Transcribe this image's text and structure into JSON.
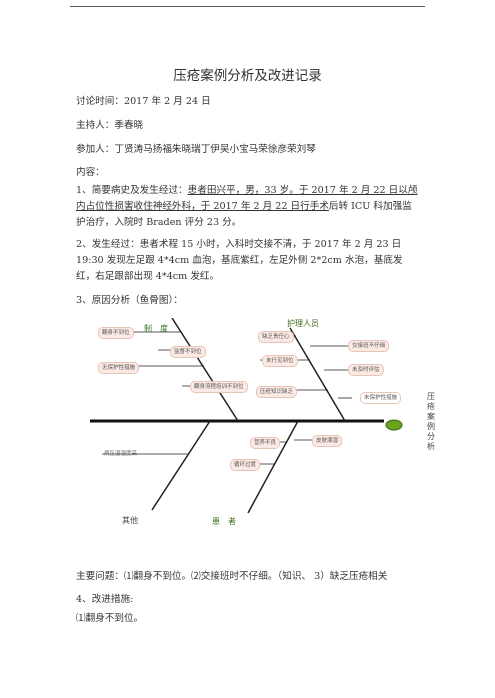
{
  "title": "压疮案例分析及改进记录",
  "meta": {
    "discussion_time": "讨论时间：2017 年 2 月 24 日",
    "host": "主持人：季春晓",
    "participants": "参加人：丁贤涛马扬福朱晓瑞丁伊吴小宝马荣徐彦荣刘琴",
    "content_label": "内容："
  },
  "section1": {
    "lead": "1、简要病史及发生经过：",
    "u1": "患者田兴平，男，33 岁。于 2017 年 2 月 22 日以",
    "u2": "颅内占位性损害收住神经外科，于 2017 年 2 月 22 日行手术",
    "rest": "后转 ICU 科加强监护治疗，入院时 Braden 评分 23 分。"
  },
  "section2": {
    "text": "2、发生经过：患者术程 15 小时，入科时交接不清，于 2017 年 2 月 23 日 19:30 发现左足跟 4*4cm 血泡，基底紫红，左足外侧 2*2cm 水泡，基底发红，右足跟部出现 4*4cm 发红。"
  },
  "section3": {
    "heading": "3、原因分析（鱼骨图）："
  },
  "fishbone": {
    "categories": {
      "system": "制　度",
      "nurse": "护理人员",
      "other": "其他",
      "patient": "患　者"
    },
    "causes": {
      "c1": "翻身不到位",
      "c2": "监督不到位",
      "c3": "无保护性措施",
      "c4": "翻身流程培训不到位",
      "c5": "缺乏责任心",
      "c6": "未行见到位",
      "c7": "压疮知识缺乏",
      "c8": "交接班不仔细",
      "c9": "未及时评估",
      "c10": "未保护性措施",
      "c11": "营养不良",
      "c12": "皮肤潮湿",
      "c13": "循环过度",
      "c14": "病区温湿度高"
    },
    "side_label": "压疮案例分析"
  },
  "summary": {
    "main_problem": "主要问题：⑴翻身不到位。⑵交接班时不仔细。（知识、 3）缺乏压疮相关",
    "measures": "4、改进措施:",
    "measure1": "⑴翻身不到位。"
  },
  "colors": {
    "spine": "#111111",
    "branch": "#222222",
    "box_bg": "#fbe9e4",
    "category": "#3a6b16"
  }
}
